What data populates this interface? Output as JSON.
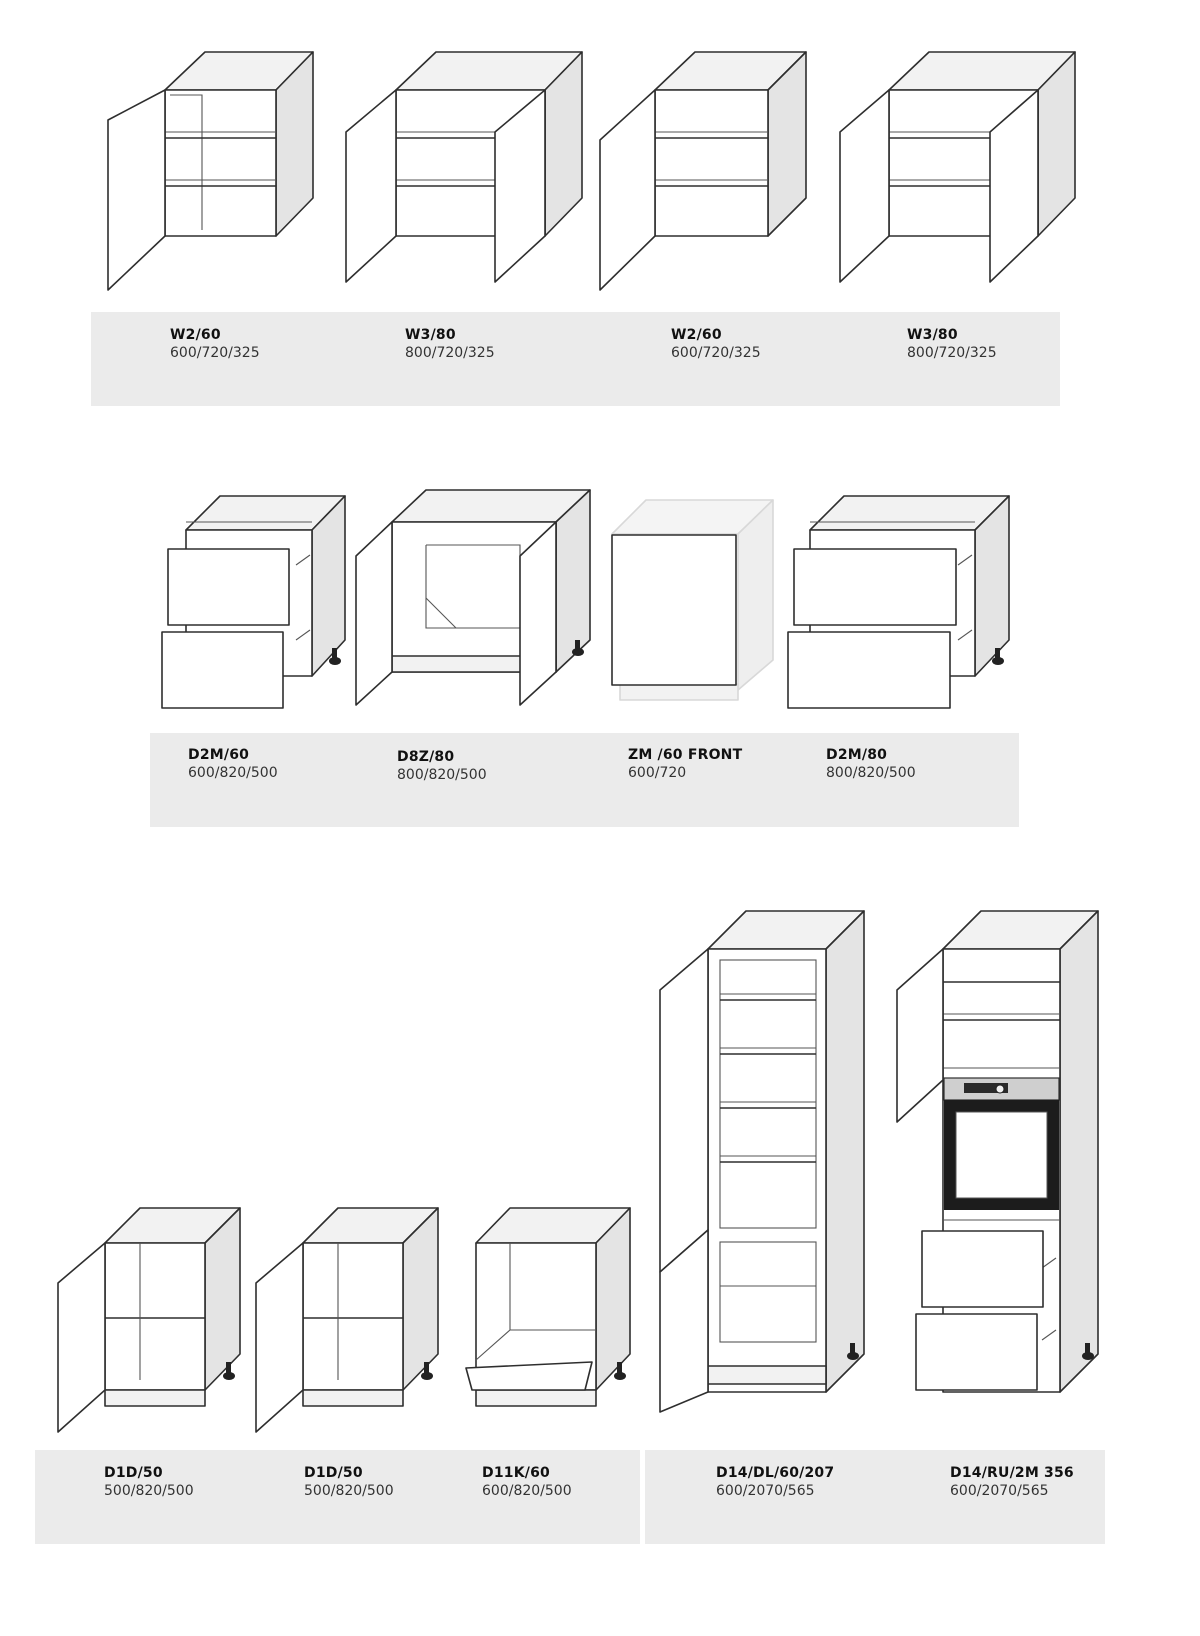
{
  "rows": [
    {
      "items": [
        {
          "code": "W2/60",
          "dims": "600/720/325"
        },
        {
          "code": "W3/80",
          "dims": "800/720/325"
        },
        {
          "code": "W2/60",
          "dims": "600/720/325"
        },
        {
          "code": "W3/80",
          "dims": "800/720/325"
        }
      ]
    },
    {
      "items": [
        {
          "code": "D2M/60",
          "dims": "600/820/500"
        },
        {
          "code": "D8Z/80",
          "dims": "800/820/500"
        },
        {
          "code": "ZM /60 FRONT",
          "dims": "600/720"
        },
        {
          "code": "D2M/80",
          "dims": "800/820/500"
        }
      ]
    },
    {
      "items": [
        {
          "code": "D1D/50",
          "dims": "500/820/500"
        },
        {
          "code": "D1D/50",
          "dims": "500/820/500"
        },
        {
          "code": "D11K/60",
          "dims": "600/820/500"
        },
        {
          "code": "D14/DL/60/207",
          "dims": "600/2070/565"
        },
        {
          "code": "D14/RU/2M 356",
          "dims": "600/2070/565"
        }
      ]
    }
  ]
}
